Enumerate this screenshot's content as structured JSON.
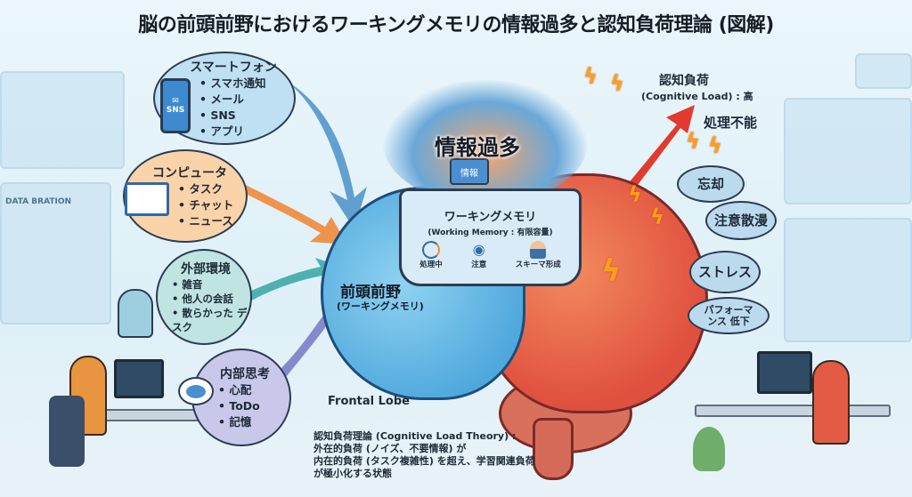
{
  "title": "脳の前頭前野におけるワーキングメモリの情報過多と認知負荷理論 (図解)",
  "background": {
    "dashboard_label": "DATA BRATION"
  },
  "sources": [
    {
      "heading": "スマートフォン",
      "items": [
        "スマホ通知",
        "メール",
        "SNS",
        "アプリ"
      ],
      "phone_badge": "SNS",
      "color": "#bfe0f3"
    },
    {
      "heading": "コンピュータ",
      "items": [
        "タスク",
        "チャット",
        "ニュース"
      ],
      "color": "#fbd3a8"
    },
    {
      "heading": "外部環境",
      "items": [
        "雑音",
        "他人の会話",
        "散らかった デスク"
      ],
      "color": "#bfe4e2"
    },
    {
      "heading": "内部思考",
      "items": [
        "心配",
        "ToDo",
        "記憶"
      ],
      "color": "#c9c8ea"
    }
  ],
  "center": {
    "overload_label": "情報過多",
    "card_label": "情報",
    "working_memory": {
      "title": "ワーキングメモリ",
      "subtitle": "(Working Memory : 有限容量)",
      "icons": [
        {
          "icon": "clock-icon",
          "label": "処理中"
        },
        {
          "icon": "eye-icon",
          "label": "注意"
        },
        {
          "icon": "person-icon",
          "label": "スキーマ形成"
        }
      ]
    },
    "region_label": "前頭前野",
    "region_sub": "(ワーキングメモリ)",
    "lobe_label": "Frontal Lobe"
  },
  "load": {
    "title": "認知負荷",
    "subtitle": "(Cognitive Load) : 高",
    "failure": "処理不能",
    "effects": [
      "忘却",
      "注意散漫",
      "ストレス",
      "パフォーマンス 低下"
    ]
  },
  "theory": {
    "lines": [
      "認知負荷理論 (Cognitive Load Theory) :",
      "外在的負荷 (ノイズ、不要情報) が",
      "内在的負荷 (タスク複雑性) を超え、学習関連負荷",
      "が極小化する状態"
    ]
  },
  "colors": {
    "brain_left": "#5fb7e6",
    "brain_right": "#e8604a",
    "arrow_red": "#e23a2e"
  }
}
